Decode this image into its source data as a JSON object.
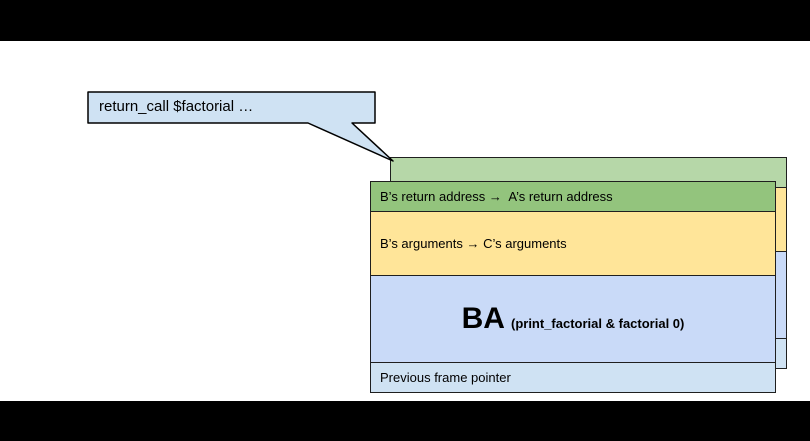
{
  "callout": {
    "label": "return_call $factorial …",
    "fill": "#cfe2f3",
    "border": "#000000"
  },
  "stack": {
    "front": {
      "return_address": "B’s return address →  A’s return address",
      "arguments": "B’s arguments → C’s arguments",
      "locals_big": "BA",
      "locals_small": "(print_factorial & factorial 0)",
      "frame_pointer": "Previous frame pointer"
    },
    "colors": {
      "return_address_fill": "#93c47d",
      "return_address_fill_back": "#b6d7a8",
      "arguments_fill": "#ffe599",
      "locals_fill": "#c9daf8",
      "frame_pointer_fill": "#cfe2f3",
      "row_border": "#1f1f1f",
      "slide_background": "#ffffff",
      "page_background": "#000000"
    }
  }
}
